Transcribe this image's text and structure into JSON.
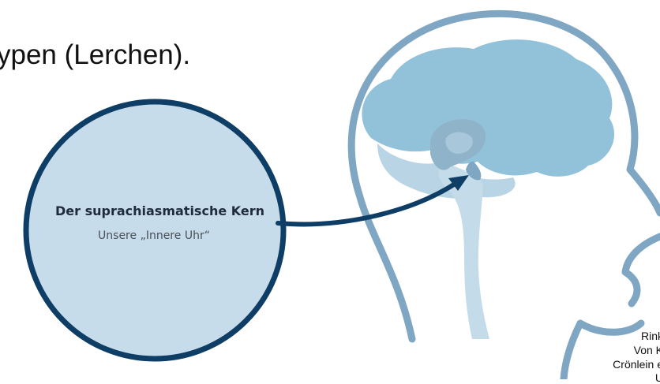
{
  "heading": "ypen (Lerchen).",
  "circle": {
    "title": "Der suprachiasmatische Kern",
    "subtitle": "Unsere „Innere Uhr“"
  },
  "credit": {
    "lines": [
      "Rink",
      "Von K",
      "Crönlein e",
      "U"
    ]
  },
  "colors": {
    "circle_fill": "#c7dcea",
    "circle_stroke": "#0e3d66",
    "head_outline": "#7fa6c2",
    "brain": "#92c1da",
    "inner_structures": "#b9d4e5",
    "brainstem": "#c4dbe9",
    "arrow": "#0e3d66"
  }
}
